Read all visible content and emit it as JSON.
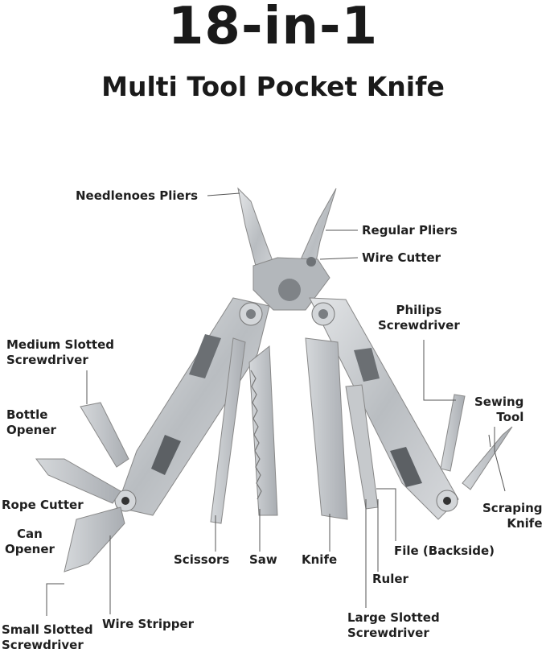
{
  "title": "18-in-1",
  "subtitle": "Multi Tool Pocket Knife",
  "labels": {
    "needlenose_pliers": "Needlenoes Pliers",
    "regular_pliers": "Regular Pliers",
    "wire_cutter": "Wire Cutter",
    "philips_screwdriver": "Philips\nScrewdriver",
    "medium_slotted_screwdriver": "Medium Slotted\nScrewdriver",
    "sewing_tool": "Sewing\nTool",
    "bottle_opener": "Bottle\nOpener",
    "rope_cutter": "Rope Cutter",
    "scraping_knife": "Scraping\nKnife",
    "can_opener": "Can\nOpener",
    "scissors": "Scissors",
    "saw": "Saw",
    "knife": "Knife",
    "file": "File (Backside)",
    "ruler": "Ruler",
    "large_slotted_screwdriver": "Large Slotted\nScrewdriver",
    "small_slotted_screwdriver": "Small Slotted\nScrewdriver",
    "wire_stripper": "Wire Stripper"
  },
  "colors": {
    "text": "#1a1a1a",
    "steel": "#c9cccf",
    "steel_dark": "#8e9296",
    "leader": "#555555"
  }
}
